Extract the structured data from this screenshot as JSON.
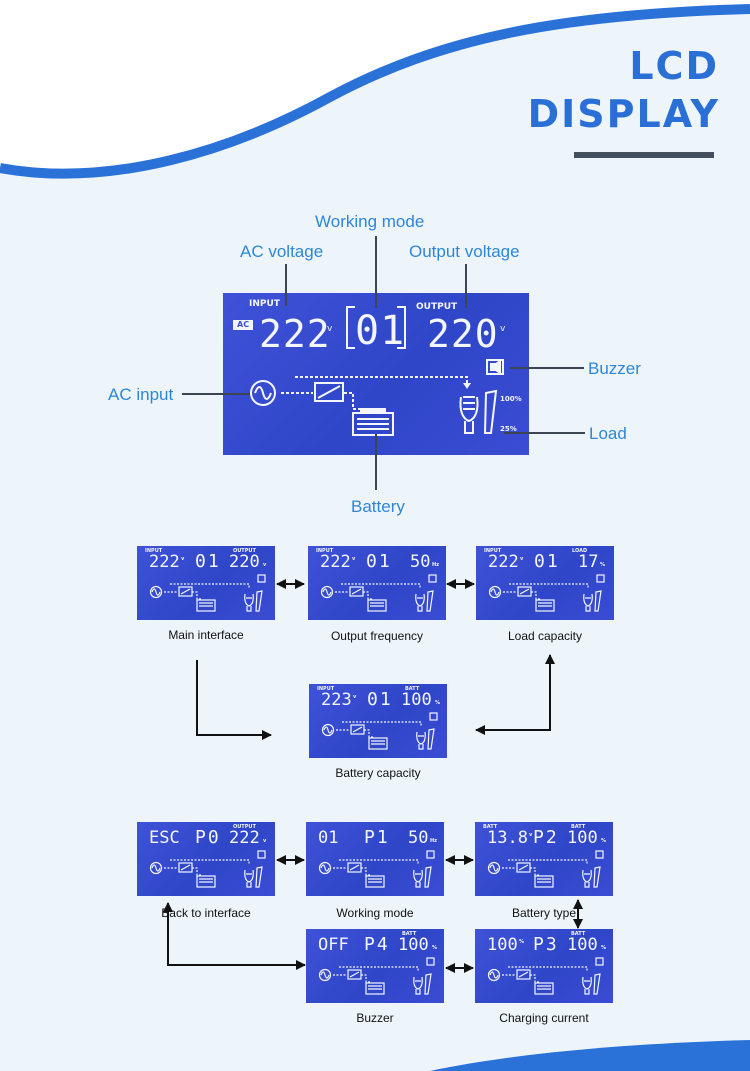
{
  "header": {
    "title_line1": "LCD",
    "title_line2": "DISPLAY"
  },
  "colors": {
    "accent": "#2a6fd6",
    "callout": "#2f86d8",
    "lcd": "#3a4fd6",
    "background": "#edf5fb"
  },
  "main_display": {
    "input_label": "INPUT",
    "output_label": "OUTPUT",
    "ac_badge": "AC",
    "input_voltage": "222",
    "mode": "01",
    "output_voltage": "220",
    "unit_v": "v",
    "load_full": "100%",
    "load_low": "25%"
  },
  "callouts": {
    "working_mode": "Working mode",
    "ac_voltage": "AC voltage",
    "output_voltage": "Output voltage",
    "buzzer": "Buzzer",
    "ac_input": "AC input",
    "load": "Load",
    "battery": "Battery"
  },
  "screens": [
    {
      "id": "main",
      "caption": "Main interface",
      "top_left_label": "INPUT",
      "top_right_label": "OUTPUT",
      "left": "222",
      "left_unit": "v",
      "middle": "01",
      "right": "220",
      "right_unit": "v"
    },
    {
      "id": "freq",
      "caption": "Output frequency",
      "top_left_label": "INPUT",
      "top_right_label": "",
      "left": "222",
      "left_unit": "v",
      "middle": "01",
      "right": "50",
      "right_unit": "Hz"
    },
    {
      "id": "load",
      "caption": "Load capacity",
      "top_left_label": "INPUT",
      "top_right_label": "LOAD",
      "left": "222",
      "left_unit": "v",
      "middle": "01",
      "right": "17",
      "right_unit": "%"
    },
    {
      "id": "battcap",
      "caption": "Battery capacity",
      "top_left_label": "INPUT",
      "top_right_label": "BATT",
      "left": "223",
      "left_unit": "v",
      "middle": "01",
      "right": "100",
      "right_unit": "%"
    },
    {
      "id": "back",
      "caption": "Back to interface",
      "top_left_label": "",
      "top_right_label": "OUTPUT",
      "left": "ESC",
      "left_unit": "",
      "middle": "P0",
      "right": "222",
      "right_unit": "v"
    },
    {
      "id": "workmode",
      "caption": "Working mode",
      "top_left_label": "",
      "top_right_label": "",
      "left": "01",
      "left_unit": "",
      "middle": "P1",
      "right": "50",
      "right_unit": "Hz"
    },
    {
      "id": "batttype",
      "caption": "Battery type",
      "top_left_label": "BATT",
      "top_right_label": "BATT",
      "left": "13.8",
      "left_unit": "v",
      "middle": "P2",
      "right": "100",
      "right_unit": "%"
    },
    {
      "id": "buzzer",
      "caption": "Buzzer",
      "top_left_label": "",
      "top_right_label": "BATT",
      "left": "OFF",
      "left_unit": "",
      "middle": "P4",
      "right": "100",
      "right_unit": "%"
    },
    {
      "id": "charging",
      "caption": "Charging current",
      "top_left_label": "",
      "top_right_label": "BATT",
      "left": "100",
      "left_unit": "%",
      "middle": "P3",
      "right": "100",
      "right_unit": "%"
    }
  ]
}
